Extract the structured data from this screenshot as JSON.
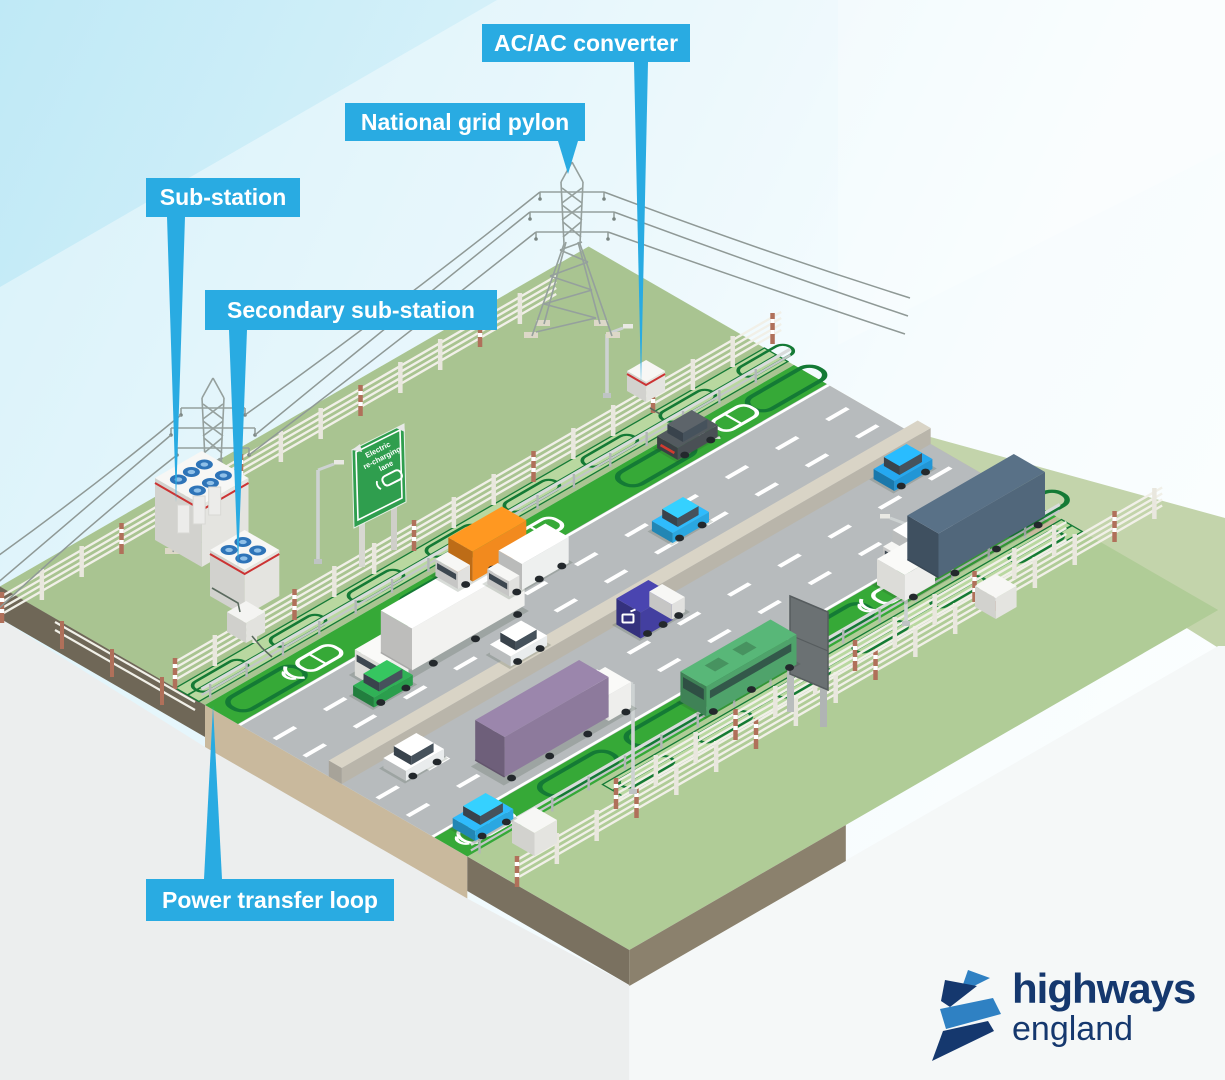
{
  "callouts": {
    "ac_converter": "AC/AC converter",
    "national_grid_pylon": "National grid pylon",
    "substation": "Sub-station",
    "secondary_substation": "Secondary sub-station",
    "power_transfer_loop": "Power transfer loop"
  },
  "road_sign": {
    "line1": "Electric",
    "line2": "re-charging",
    "line3": "lane"
  },
  "logo": {
    "line1": "highways",
    "line2": "england"
  },
  "colors": {
    "callout_blue": "#29abe2",
    "lane_green": "#36a937",
    "loop_green": "#147a35",
    "verge_strip_green": "#b9d8a0",
    "grass": "#a9c491",
    "grass_light": "#c3d4ab",
    "road_gray": "#b7bbbd",
    "soil_brown": "#6f6757",
    "foundation_tan": "#c9b99d",
    "block_face": "#eceeee",
    "sign_green": "#2f9e4e",
    "logo_navy": "#15386e",
    "logo_blue": "#2f81c3",
    "fan_blue": "#2e74b8"
  },
  "scene": {
    "structures": [
      "national-grid-pylon-main",
      "national-grid-pylon-left",
      "power-lines",
      "sub-station-unit",
      "secondary-sub-station-unit",
      "ac-ac-converter-cabinet",
      "converter-cabinet-right",
      "converter-cabinet-near",
      "ev-lane-road-sign",
      "gantry-sign-back",
      "median-barrier",
      "guardrails",
      "fences",
      "lampposts",
      "power-transfer-loops",
      "ev-charging-road-markings"
    ],
    "vehicles": [
      {
        "id": "white-articulated-lorry",
        "color": "#f2f2f0"
      },
      {
        "id": "orange-box-truck",
        "color": "#f28a1e"
      },
      {
        "id": "white-box-truck",
        "color": "#eef0ef"
      },
      {
        "id": "green-car",
        "color": "#2b9e4d"
      },
      {
        "id": "blue-hatchback",
        "color": "#2aa7e1"
      },
      {
        "id": "white-car-far",
        "color": "#e9eced"
      },
      {
        "id": "dark-mpv",
        "color": "#4a5055"
      },
      {
        "id": "white-car-near",
        "color": "#e9eced"
      },
      {
        "id": "teal-car",
        "color": "#2196d6"
      },
      {
        "id": "white-van",
        "color": "#eff1f1"
      },
      {
        "id": "delivery-van",
        "color": "#433fa0"
      },
      {
        "id": "purple-lorry",
        "color": "#8d7a9c"
      },
      {
        "id": "green-bus",
        "color": "#4fa36b"
      },
      {
        "id": "slate-blue-lorry",
        "color": "#51677b"
      },
      {
        "id": "blue-car-ev",
        "color": "#2aa7e1"
      }
    ]
  }
}
